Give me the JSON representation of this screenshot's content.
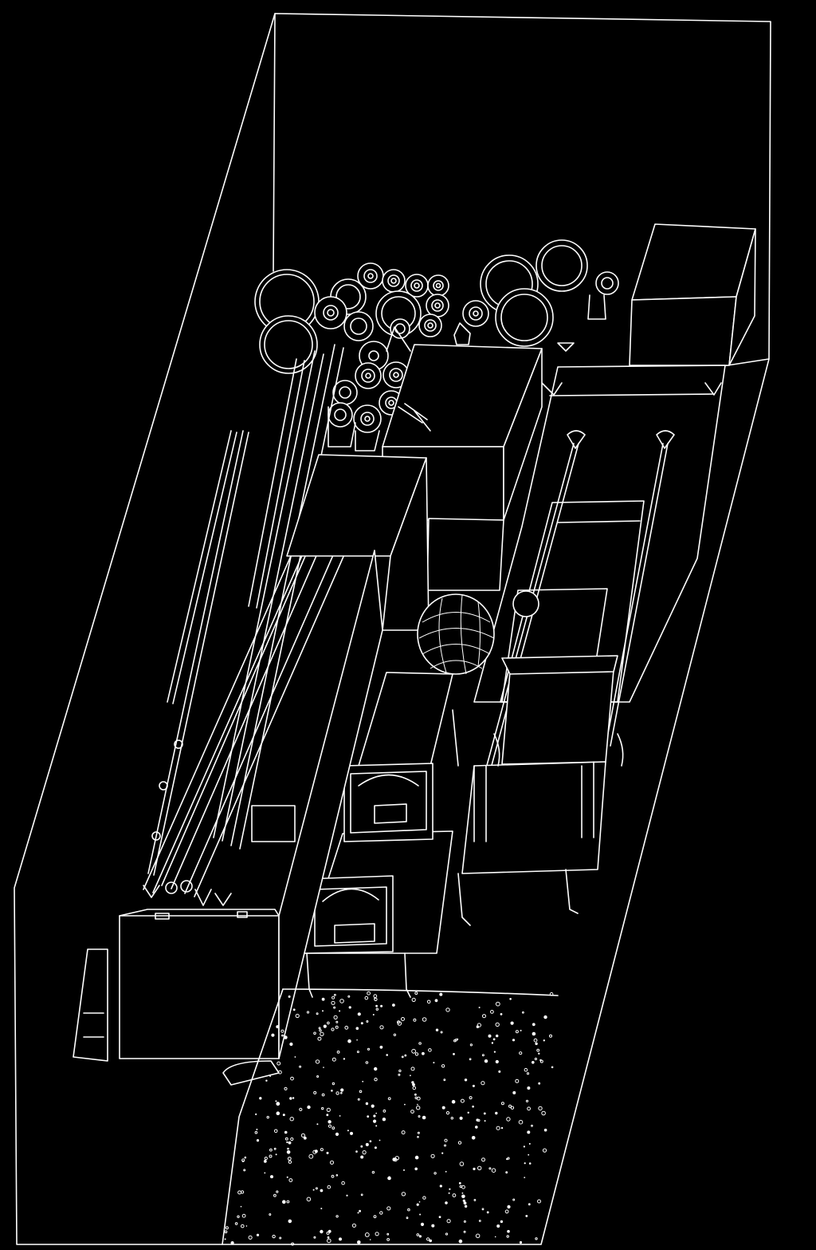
{
  "image": {
    "background_color": "#000000",
    "line_color": "#ffffff"
  },
  "objects": [
    {
      "name": "chamber-outline"
    },
    {
      "name": "pottery-jars-cluster"
    },
    {
      "name": "wooden-poles"
    },
    {
      "name": "large-chest-back-right"
    },
    {
      "name": "couch-with-lotus-posts"
    },
    {
      "name": "stacked-boxes-center"
    },
    {
      "name": "woven-basket"
    },
    {
      "name": "chair"
    },
    {
      "name": "stool-front"
    },
    {
      "name": "stool-back"
    },
    {
      "name": "large-chest-front-left"
    },
    {
      "name": "rubble-floor"
    }
  ]
}
